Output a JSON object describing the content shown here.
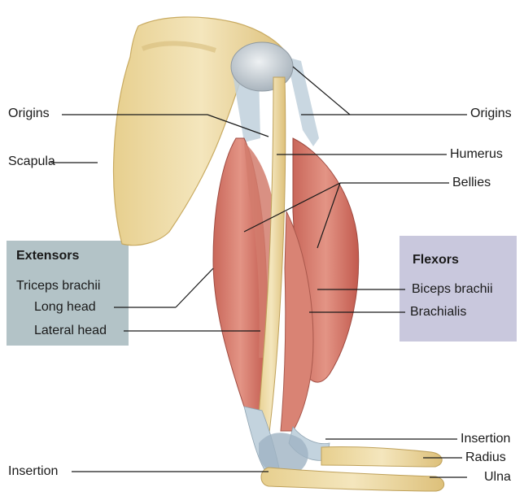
{
  "labels": {
    "origins_left": "Origins",
    "scapula": "Scapula",
    "origins_right": "Origins",
    "humerus": "Humerus",
    "bellies": "Bellies",
    "biceps_brachii": "Biceps brachii",
    "brachialis": "Brachialis",
    "triceps_brachii": "Triceps brachii",
    "long_head": "Long head",
    "lateral_head": "Lateral head",
    "insertion_right": "Insertion",
    "radius": "Radius",
    "ulna": "Ulna",
    "insertion_left": "Insertion"
  },
  "groups": {
    "extensors": "Extensors",
    "flexors": "Flexors"
  },
  "colors": {
    "extensors_box": "#b3c3c7",
    "flexors_box": "#c9c8dd",
    "bone": "#ecd9a3",
    "muscle": "#cf6f62",
    "tendon": "#b9c9d6"
  }
}
